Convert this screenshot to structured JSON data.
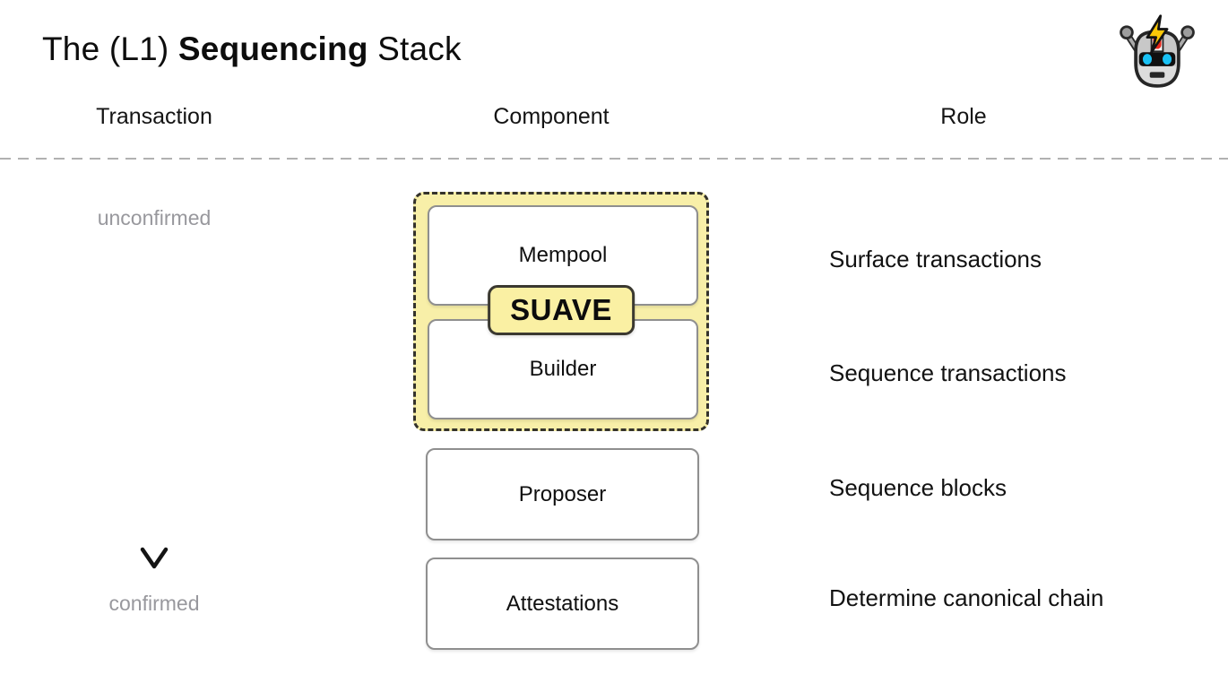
{
  "title": {
    "prefix": "The (L1) ",
    "bold": "Sequencing",
    "suffix": " Stack"
  },
  "column_headers": {
    "transaction": "Transaction",
    "component": "Component",
    "role": "Role"
  },
  "transaction_flow": {
    "start_label": "unconfirmed",
    "end_label": "confirmed",
    "direction": "down"
  },
  "suave_badge_label": "SUAVE",
  "components": [
    {
      "label": "Mempool",
      "role": "Surface transactions",
      "in_suave_scope": true
    },
    {
      "label": "Builder",
      "role": "Sequence transactions",
      "in_suave_scope": true
    },
    {
      "label": "Proposer",
      "role": "Sequence blocks",
      "in_suave_scope": false
    },
    {
      "label": "Attestations",
      "role": "Determine canonical chain",
      "in_suave_scope": false
    }
  ],
  "icons": {
    "top_right": "flashbots-robot-icon"
  },
  "colors": {
    "background": "#ffffff",
    "suave_highlight_fill": "#f8efa8",
    "suave_dash_border": "#34322b",
    "box_border": "#8f8f8f",
    "muted_flow_label": "#98989d",
    "separator_dash": "#b1b1b1",
    "text": "#111111"
  }
}
